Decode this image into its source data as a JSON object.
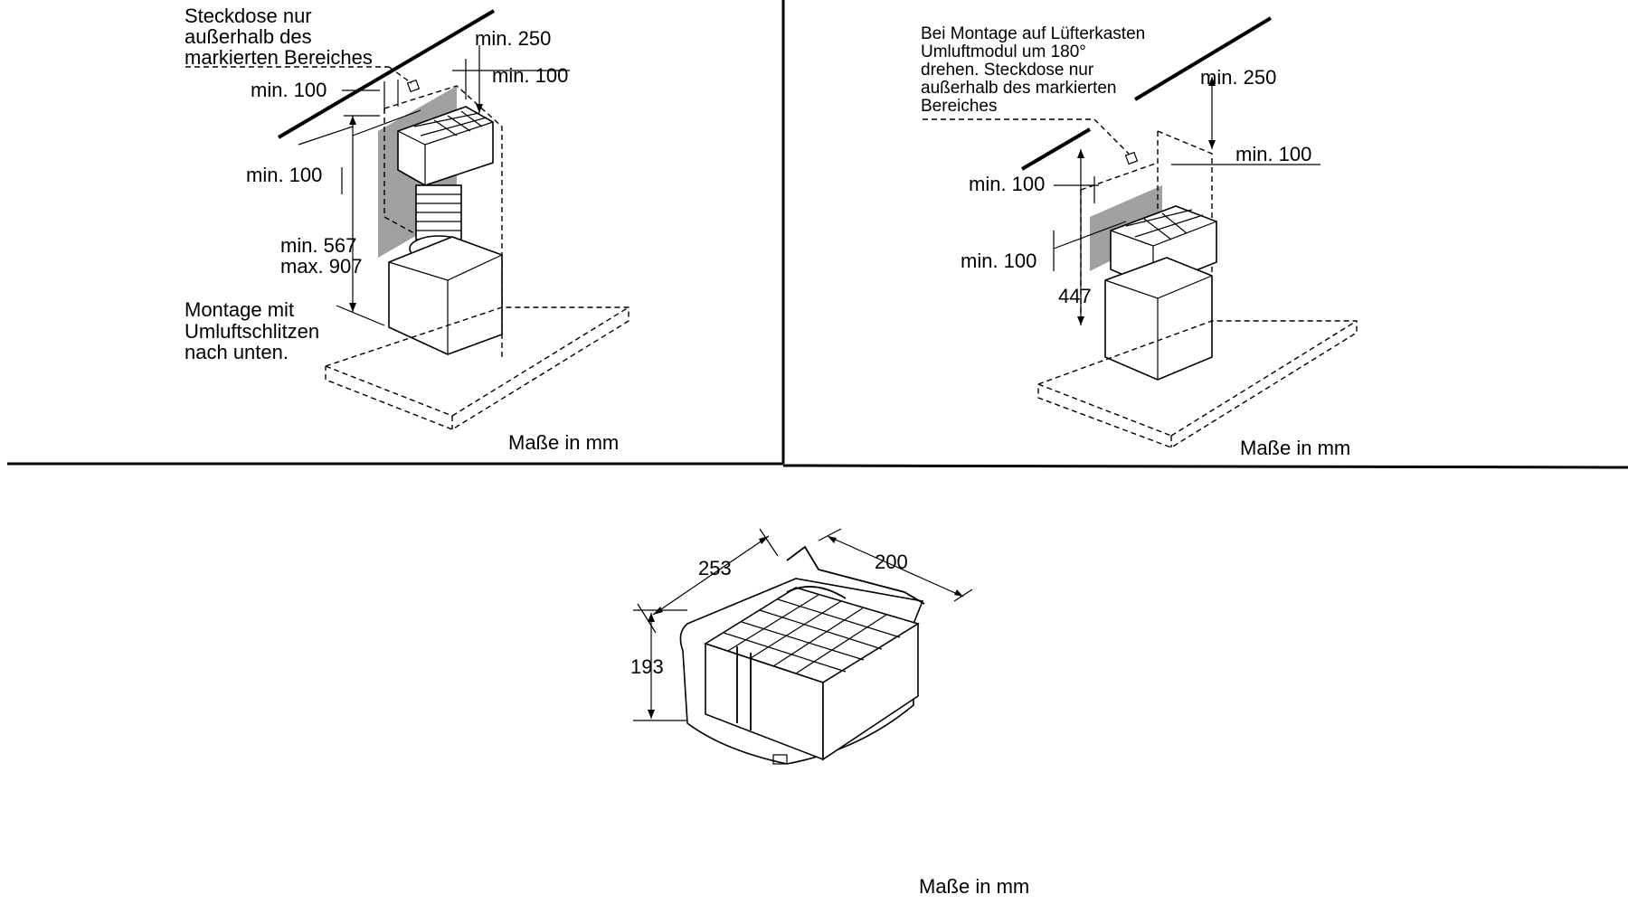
{
  "panel_left": {
    "note_socket": [
      "Steckdose nur",
      "außerhalb des",
      "markierten Bereiches"
    ],
    "dim_top": "min. 250",
    "dim_right": "min. 100",
    "dim_left": "min. 100",
    "dim_side": "min. 100",
    "dim_height_min": "min. 567",
    "dim_height_max": "max. 907",
    "note_mount": [
      "Montage mit",
      "Umluftschlitzen",
      "nach unten."
    ],
    "units": "Maße in mm"
  },
  "panel_right": {
    "note_mount": [
      "Bei Montage auf Lüfterkasten",
      "Umluftmodul um 180°",
      "drehen. Steckdose nur",
      "außerhalb des markierten",
      "Bereiches"
    ],
    "dim_top": "min. 250",
    "dim_right": "min. 100",
    "dim_left": "min. 100",
    "dim_side": "min. 100",
    "dim_height": "447",
    "units": "Maße in mm"
  },
  "panel_bottom": {
    "dim_length": "253",
    "dim_depth": "200",
    "dim_height": "193",
    "units": "Maße in mm"
  }
}
